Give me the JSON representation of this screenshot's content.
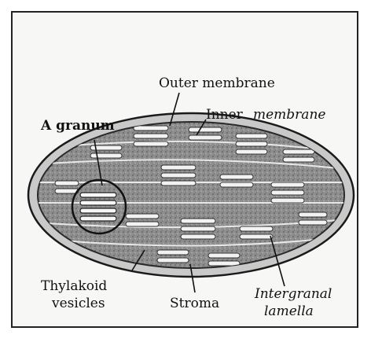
{
  "figure": {
    "labels": {
      "outer_membrane": "Outer membrane",
      "a_granum": "A granum",
      "inner_word": "Inner",
      "membrane_word": "membrane",
      "thylakoid_line1": "Thylakoid",
      "thylakoid_line2": "vesicles",
      "stroma": "Stroma",
      "intergranal_line1": "Intergranal",
      "intergranal_line2": "lamella"
    },
    "colors": {
      "ink": "#1a1a1a",
      "stroma_fill": "#8a8a8a",
      "thylakoid_fill": "#f2f2f2",
      "frame_background": "#f7f7f5"
    }
  }
}
